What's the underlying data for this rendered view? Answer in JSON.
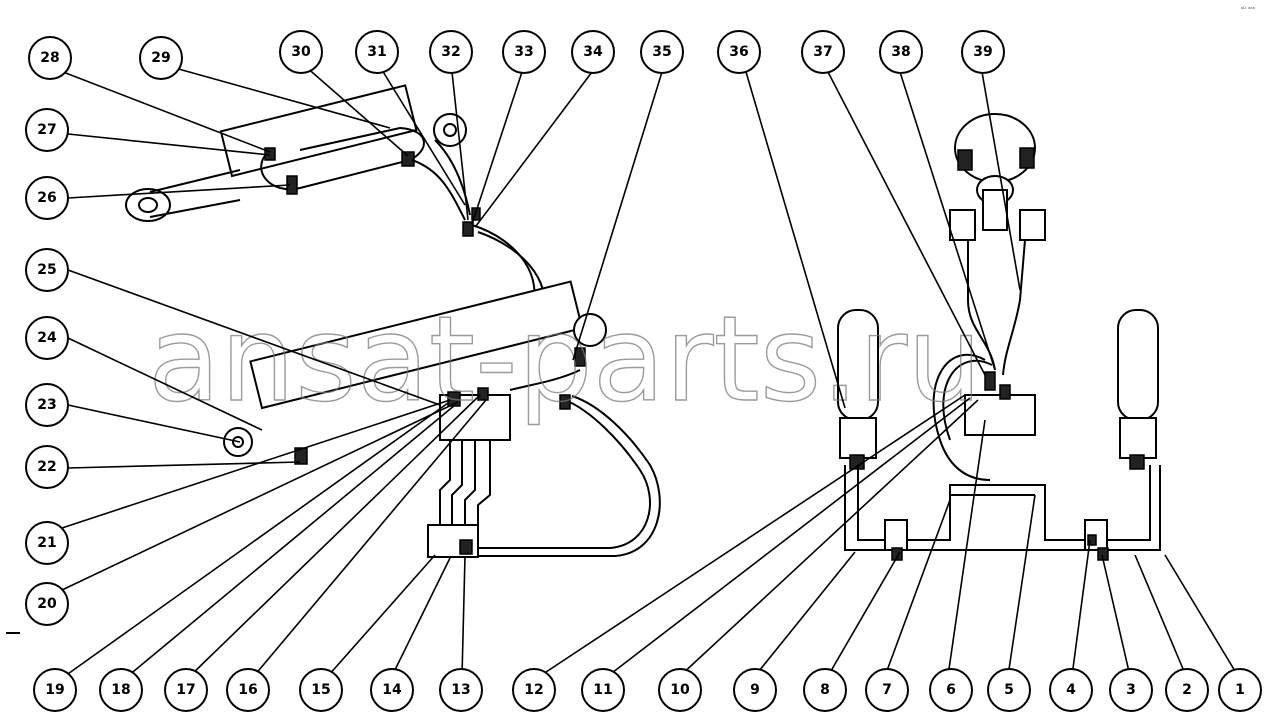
{
  "diagram": {
    "corner_note": "ᵃᴰ ᵃᵃᵃ",
    "watermark": "ansat-parts.ru",
    "callouts": [
      "1",
      "2",
      "3",
      "4",
      "5",
      "6",
      "7",
      "8",
      "9",
      "10",
      "11",
      "12",
      "13",
      "14",
      "15",
      "16",
      "17",
      "18",
      "19",
      "20",
      "21",
      "22",
      "23",
      "24",
      "25",
      "26",
      "27",
      "28",
      "29",
      "30",
      "31",
      "32",
      "33",
      "34",
      "35",
      "36",
      "37",
      "38",
      "39"
    ]
  }
}
